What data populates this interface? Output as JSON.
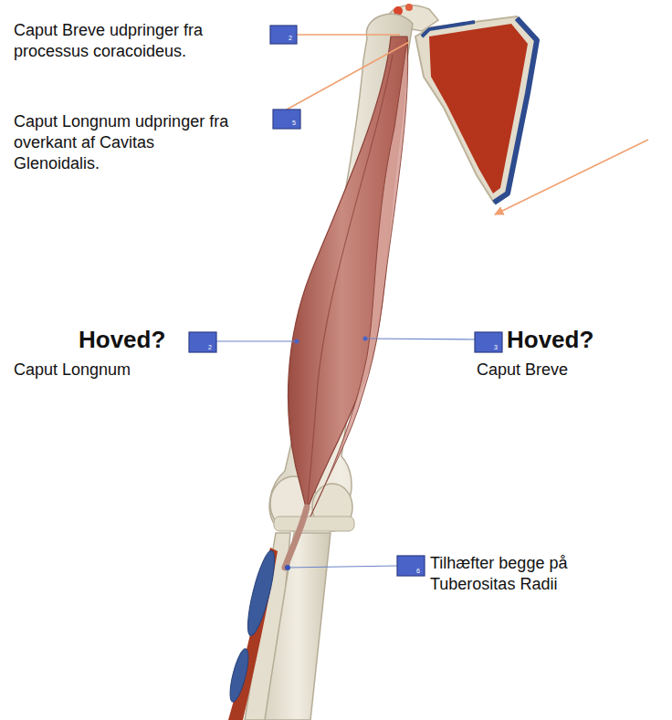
{
  "diagram": {
    "labels": [
      "Caput Breve udpringer fra processus coracoideus.",
      "2",
      "Caput Longnum udpringer fra overkant af Cavitas Glenoidalis.",
      "5",
      "Hoved?",
      "Caput Longnum",
      "2",
      "Hoved?",
      "Caput Breve",
      "3",
      "Tilhæfter begge på Tuberositas Radii",
      "6"
    ]
  }
}
